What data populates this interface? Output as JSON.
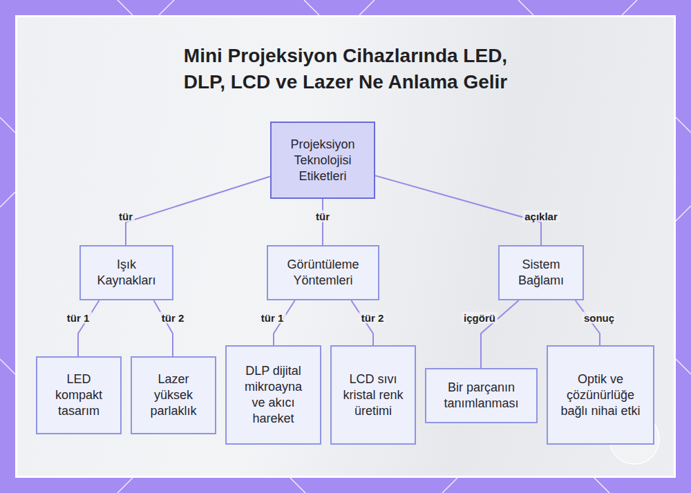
{
  "diagram": {
    "title": "Mini Projeksiyon Cihazlarında LED, DLP, LCD ve Lazer Ne Anlama Gelir",
    "nodes": [
      {
        "text": [
          "Projeksiyon Teknolojisi Etiketleri"
        ]
      },
      {
        "text": [
          "Işık Kaynakları"
        ]
      },
      {
        "text": [
          "Görüntüleme Yöntemleri"
        ]
      },
      {
        "text": [
          "Sistem Bağlamı"
        ]
      },
      {
        "text": [
          "LED kompakt tasarım"
        ]
      },
      {
        "text": [
          "Lazer yüksek parlaklık"
        ]
      },
      {
        "text": [
          "DLP dijital mikroayna ve akıcı hareket"
        ]
      },
      {
        "text": [
          "LCD sıvı kristal renk üretimi"
        ]
      },
      {
        "text": [
          "Bir parçanın tanımlanması"
        ]
      },
      {
        "text": [
          "Optik ve çözünürlüğe bağlı nihai etki"
        ]
      }
    ],
    "edges": [
      {
        "from": 0,
        "to": 1,
        "label": "tür",
        "arrow": "none"
      },
      {
        "from": 0,
        "to": 2,
        "label": "tür",
        "arrow": "none"
      },
      {
        "from": 0,
        "to": 3,
        "label": "açıklar",
        "arrow": "none"
      },
      {
        "from": 1,
        "to": 4,
        "label": "tür 1",
        "arrow": "none"
      },
      {
        "from": 1,
        "to": 5,
        "label": "tür 2",
        "arrow": "none"
      },
      {
        "from": 2,
        "to": 6,
        "label": "tür 1",
        "arrow": "none"
      },
      {
        "from": 2,
        "to": 7,
        "label": "tür 2",
        "arrow": "none"
      },
      {
        "from": 3,
        "to": 8,
        "label": "içgörü",
        "arrow": "none"
      },
      {
        "from": 3,
        "to": 9,
        "label": "sonuç",
        "arrow": "none"
      }
    ]
  }
}
